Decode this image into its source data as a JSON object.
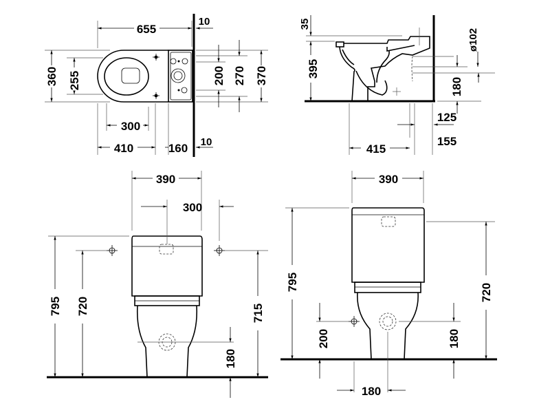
{
  "top_view": {
    "d655": "655",
    "d10a": "10",
    "d360": "360",
    "d255": "255",
    "d200": "200",
    "d270": "270",
    "d370": "370",
    "d300": "300",
    "d410": "410",
    "d160": "160",
    "d10b": "10"
  },
  "side_view": {
    "d35": "35",
    "d395": "395",
    "d102": "ø102",
    "d180": "180",
    "d125": "125",
    "d415": "415",
    "d155": "155"
  },
  "front_left": {
    "d390": "390",
    "d300": "300",
    "d795": "795",
    "d720": "720",
    "d715": "715",
    "d180": "180"
  },
  "front_right": {
    "d390": "390",
    "d795": "795",
    "d720": "720",
    "d200": "200",
    "d180a": "180",
    "d180b": "180"
  }
}
